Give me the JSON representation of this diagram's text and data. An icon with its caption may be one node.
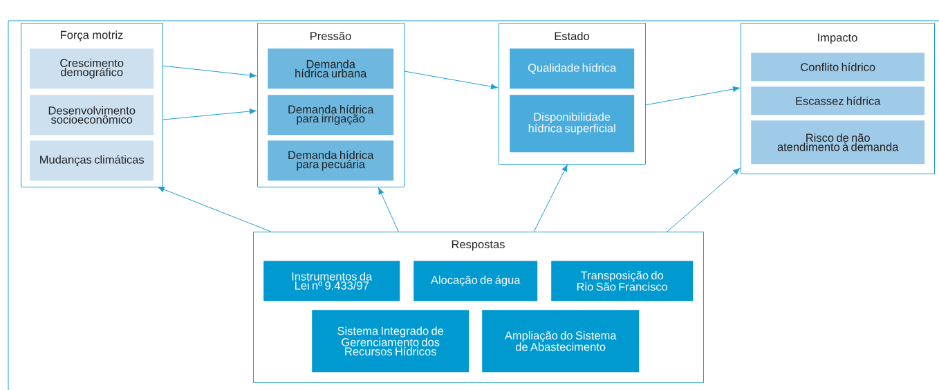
{
  "diagram": {
    "nodes": [
      {
        "text": [
          "Força motriz"
        ]
      },
      {
        "text": [
          "Crescimento demográfico"
        ],
        "in": 0
      },
      {
        "text": [
          "Desenvolvimento socioeconômico"
        ],
        "in": 0
      },
      {
        "text": [
          "Mudanças climáticas"
        ],
        "in": 0
      },
      {
        "text": [
          "Pressão"
        ]
      },
      {
        "text": [
          "Demanda hídrica urbana"
        ],
        "in": 4
      },
      {
        "text": [
          "Demanda hídrica para irrigação"
        ],
        "in": 4
      },
      {
        "text": [
          "Demanda hídrica para pecuária"
        ],
        "in": 4
      },
      {
        "text": [
          "Estado"
        ]
      },
      {
        "text": [
          "Qualidade hídrica"
        ],
        "in": 8
      },
      {
        "text": [
          "Disponibilidade hídrica superficial"
        ],
        "in": 8
      },
      {
        "text": [
          "Impacto"
        ]
      },
      {
        "text": [
          "Conflito hídrico"
        ],
        "in": 11
      },
      {
        "text": [
          "Escassez hídrica"
        ],
        "in": 11
      },
      {
        "text": [
          "Risco de não atendimento à demanda"
        ],
        "in": 11
      },
      {
        "text": [
          "Respostas"
        ]
      },
      {
        "text": [
          "Instrumentos da Lei nº 9.433/97"
        ],
        "in": 15
      },
      {
        "text": [
          "Alocação de água"
        ],
        "in": 15
      },
      {
        "text": [
          "Transposição do Rio São Francisco"
        ],
        "in": 15
      },
      {
        "text": [
          "Sistema Integrado de Gerenciamento dos Recursos Hídricos"
        ],
        "in": 15
      },
      {
        "text": [
          "Ampliação do Sistema de Abastecimento"
        ],
        "in": 15
      }
    ],
    "edges": [
      {
        "from": 0,
        "to": 4,
        "arrow": "to"
      },
      {
        "from": 0,
        "to": 4,
        "arrow": "to"
      },
      {
        "from": 4,
        "to": 8,
        "arrow": "to"
      },
      {
        "from": 8,
        "to": 11,
        "arrow": "to"
      },
      {
        "from": 15,
        "to": 0,
        "arrow": "to"
      },
      {
        "from": 15,
        "to": 4,
        "arrow": "to"
      },
      {
        "from": 15,
        "to": 8,
        "arrow": "to"
      },
      {
        "from": 15,
        "to": 11,
        "arrow": "to"
      }
    ]
  }
}
